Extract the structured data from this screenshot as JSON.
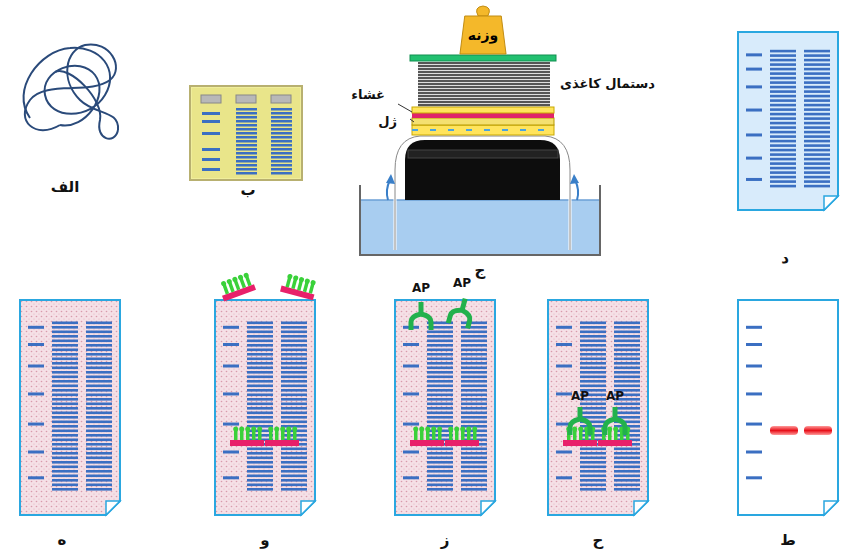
{
  "diagram": {
    "nodes": [
      {
        "text": [
          "وزنه"
        ]
      }
    ],
    "labels": [
      "غشاء",
      "ژل",
      "دستمال کاغذی",
      "الف",
      "ب",
      "ج",
      "د",
      "AP",
      "AP",
      "AP",
      "AP",
      "ه",
      "و",
      "ز",
      "ح",
      "ط"
    ]
  }
}
